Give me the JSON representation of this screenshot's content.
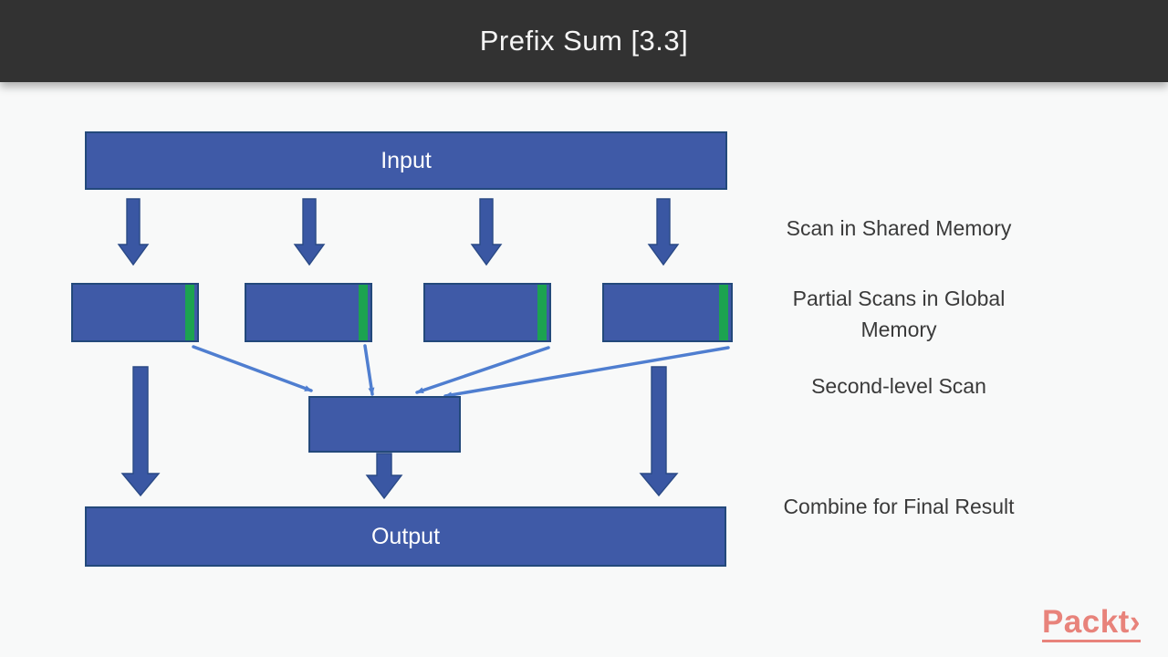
{
  "header": {
    "title": "Prefix Sum [3.3]"
  },
  "diagram": {
    "nodes": {
      "input": {
        "label": "Input"
      },
      "output": {
        "label": "Output"
      }
    },
    "annotations": [
      {
        "id": "scan-shared",
        "label": "Scan in Shared Memory"
      },
      {
        "id": "partial-global",
        "label": "Partial Scans in Global Memory"
      },
      {
        "id": "second-level",
        "label": "Second-level Scan"
      },
      {
        "id": "combine",
        "label": "Combine for Final Result"
      }
    ],
    "colors": {
      "box_fill": "#3f5aa7",
      "box_border": "#23497b",
      "green_strip": "#1ca350",
      "block_arrow": "#3a57a3",
      "block_arrow_border": "#2a4a86",
      "thin_arrow": "#4f7ed0",
      "annotation_text": "#3a3a3a",
      "header_bg": "#323232",
      "header_text": "#f5f5f5",
      "background": "#f8f9f9",
      "logo": "#e8837b"
    }
  },
  "branding": {
    "logo_text": "Packt",
    "logo_chevron": "›"
  }
}
